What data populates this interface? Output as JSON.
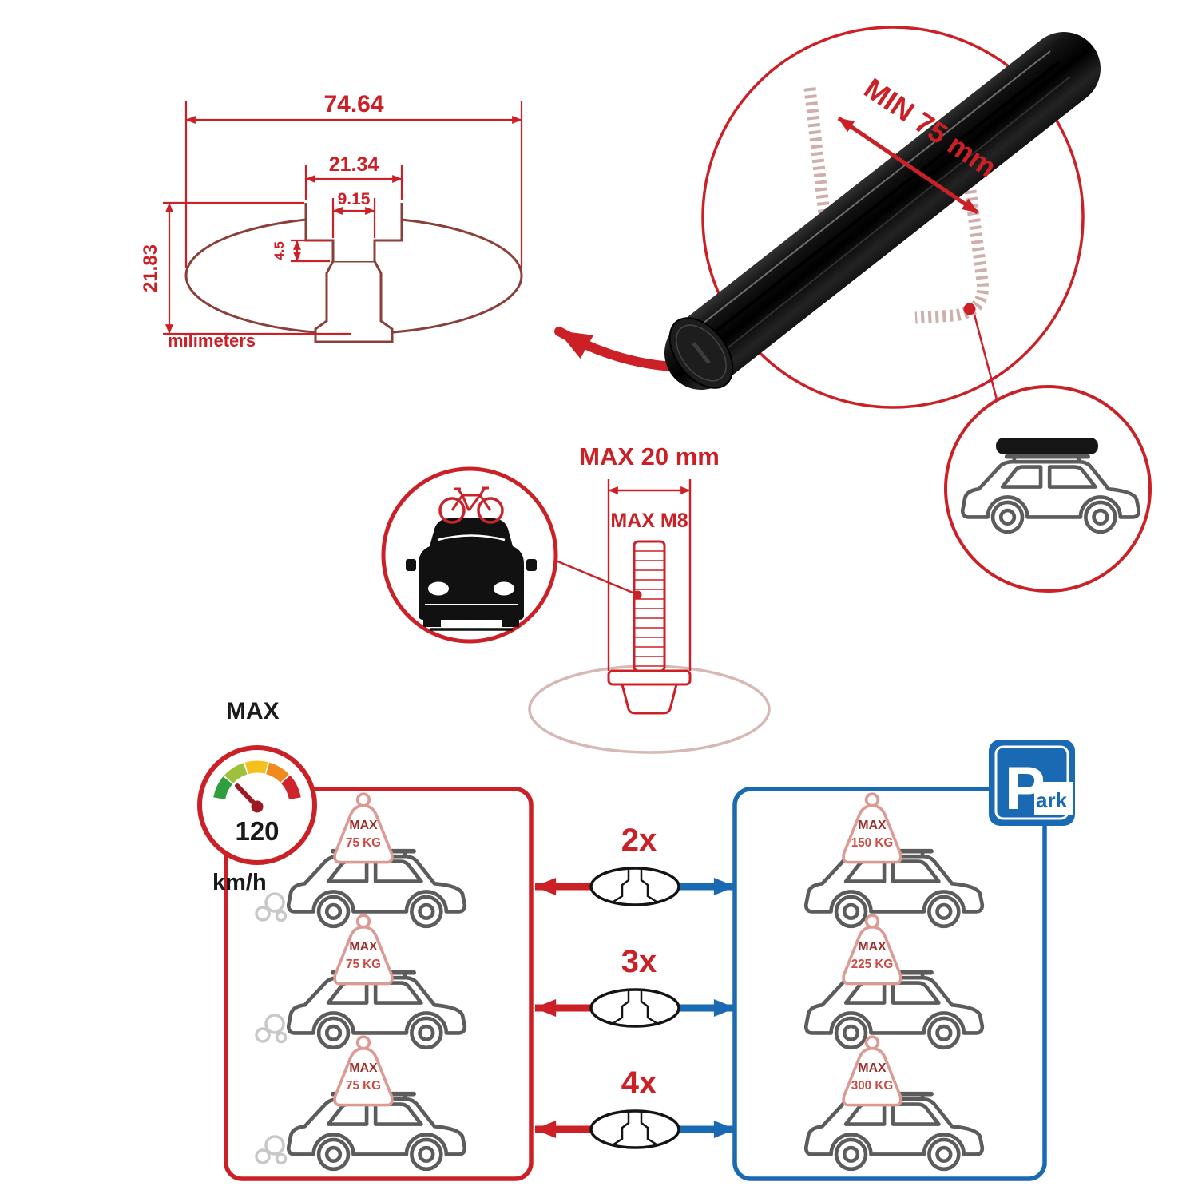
{
  "colors": {
    "red": "#cc2027",
    "blue": "#1a6ab3",
    "profile_outline": "#8a4038",
    "ghost_pink": "#d6b8b4"
  },
  "dimensions": {
    "total_width": "74.64",
    "slot_outer_width": "21.34",
    "slot_inner_width": "9.15",
    "slot_depth": "4.5",
    "total_height": "21.83",
    "units": "milimeters"
  },
  "bar_detail": {
    "min_span": "MIN 75 mm"
  },
  "bolt": {
    "max_width": "MAX 20 mm",
    "thread": "MAX M8"
  },
  "speed": {
    "label": "MAX",
    "value": "120",
    "units": "km/h"
  },
  "parking": {
    "letter": "P",
    "rest": "ark"
  },
  "comparison": {
    "driving": [
      {
        "tag_label": "MAX",
        "tag_value": "75 KG"
      },
      {
        "tag_label": "MAX",
        "tag_value": "75 KG"
      },
      {
        "tag_label": "MAX",
        "tag_value": "75 KG"
      }
    ],
    "bars": [
      {
        "count": "2x"
      },
      {
        "count": "3x"
      },
      {
        "count": "4x"
      }
    ],
    "parked": [
      {
        "tag_label": "MAX",
        "tag_value": "150 KG"
      },
      {
        "tag_label": "MAX",
        "tag_value": "225 KG"
      },
      {
        "tag_label": "MAX",
        "tag_value": "300 KG"
      }
    ]
  }
}
